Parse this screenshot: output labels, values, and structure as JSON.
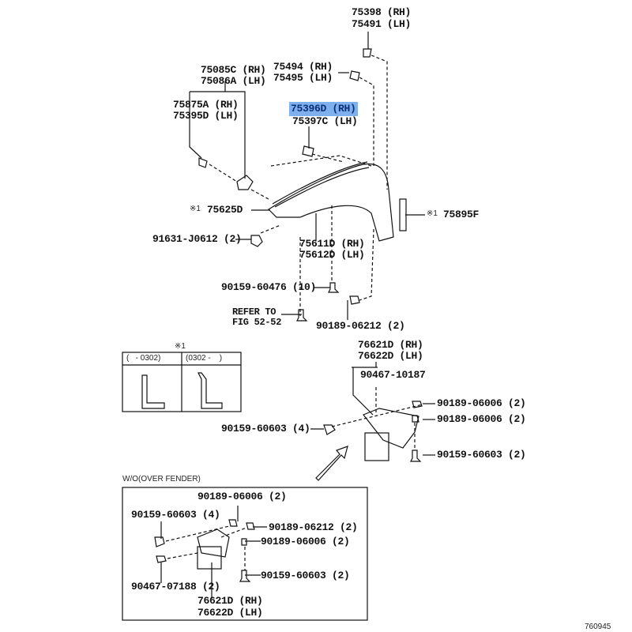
{
  "diagram_id": "760945",
  "note_mark": "※1",
  "labels": {
    "p75398": "75398 (RH)",
    "p75491": "75491 (LH)",
    "p75085c": "75085C (RH)",
    "p75086a": "75086A (LH)",
    "p75494": "75494 (RH)",
    "p75495": "75495 (LH)",
    "p75875a": "75875A (RH)",
    "p75395d": "75395D (LH)",
    "p75396d": "75396D (RH)",
    "p75397c": "75397C (LH)",
    "p75625d": "75625D",
    "p75895f": "75895F",
    "p91631": "91631-J0612 (2)",
    "p75611d": "75611D (RH)",
    "p75612d": "75612D (LH)",
    "p90159_60476": "90159-60476 (10)",
    "refer1": "REFER TO",
    "refer2": "FIG 52-52",
    "p90189_06212": "90189-06212 (2)",
    "p76621d": "76621D (RH)",
    "p76622d": "76622D (LH)",
    "p90467_10187": "90467-10187",
    "p90189_06006a": "90189-06006 (2)",
    "p90189_06006b": "90189-06006 (2)",
    "p90159_60603_4": "90159-60603 (4)",
    "p90159_60603_2": "90159-60603 (2)"
  },
  "note_table": {
    "col1": "(   - 0302)",
    "col2": "(0302 -    )"
  },
  "inset": {
    "title": "W/O(OVER FENDER)",
    "p90189_06006a": "90189-06006 (2)",
    "p90159_60603_4": "90159-60603 (4)",
    "p90189_06212": "90189-06212 (2)",
    "p90189_06006b": "90189-06006 (2)",
    "p90159_60603_2": "90159-60603 (2)",
    "p90467_07188": "90467-07188 (2)",
    "p76621d": "76621D (RH)",
    "p76622d": "76622D (LH)"
  },
  "highlight_color": "#7fb0ee"
}
